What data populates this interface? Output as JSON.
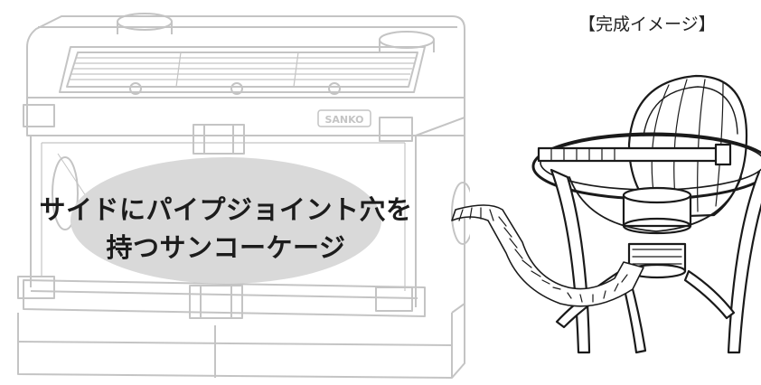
{
  "caption": {
    "line1": "サイドにパイプジョイント穴を",
    "line2": "持つサンコーケージ"
  },
  "completed_label": "【完成イメージ】",
  "cage": {
    "brand": "SANKO"
  },
  "colors": {
    "cage_line": "#c4c4c4",
    "caption_bubble": "#d9d9d9",
    "line_art": "#1a1a1a",
    "background": "#ffffff"
  }
}
